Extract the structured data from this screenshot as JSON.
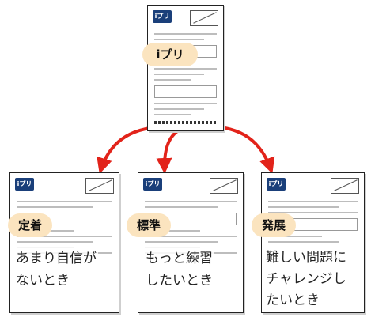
{
  "main": {
    "label": "iプリ"
  },
  "variants": [
    {
      "level": "定着",
      "caption_lines": [
        "あまり自信が",
        "ないとき"
      ]
    },
    {
      "level": "標準",
      "caption_lines": [
        "もっと練習",
        "したいとき"
      ]
    },
    {
      "level": "発展",
      "caption_lines": [
        "難しい問題に",
        "チャレンジし",
        "たいとき"
      ]
    }
  ],
  "colors": {
    "arrow": "#e2231a",
    "pill": "#fbe4bf",
    "logo": "#1a3f7a"
  },
  "icons": {
    "sheet_logo": "iプリ-logo"
  }
}
